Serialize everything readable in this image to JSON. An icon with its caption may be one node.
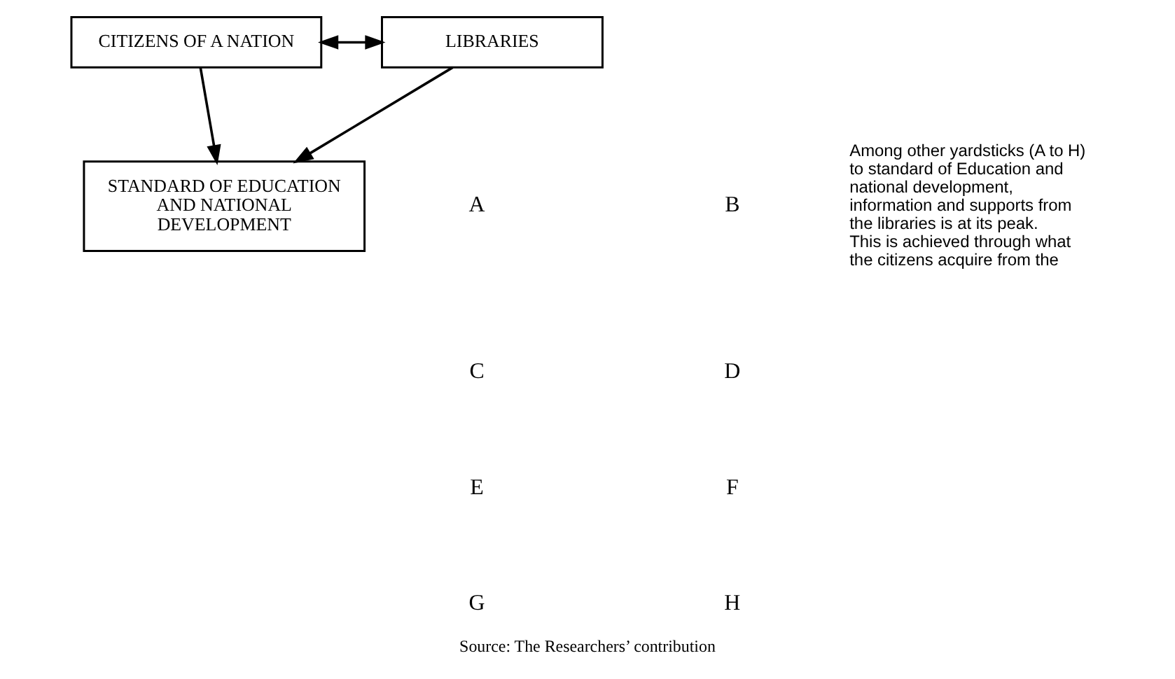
{
  "diagram": {
    "caption": "Source: The Researchers’ contribution",
    "nodes": [
      {
        "text": [
          "STANDARD OF EDUCATION AND NATIONAL DEVELOPMENT"
        ]
      },
      {
        "text": [
          "LIBRARIES"
        ]
      },
      {
        "text": [
          "CITIZENS OF A NATION"
        ]
      }
    ],
    "edges": [
      {
        "from": 1,
        "to": 0,
        "arrow": "to"
      },
      {
        "from": 2,
        "to": 0,
        "arrow": "to"
      },
      {
        "from": 1,
        "to": 2,
        "arrow": "both"
      }
    ],
    "labels": [
      "A",
      "B",
      "C",
      "D",
      "E",
      "F",
      "G",
      "H",
      "Among other yardsticks (A to H) to standard of Education and national development, information and supports from the libraries is at its peak. This is achieved through what the citizens acquire from the"
    ]
  }
}
